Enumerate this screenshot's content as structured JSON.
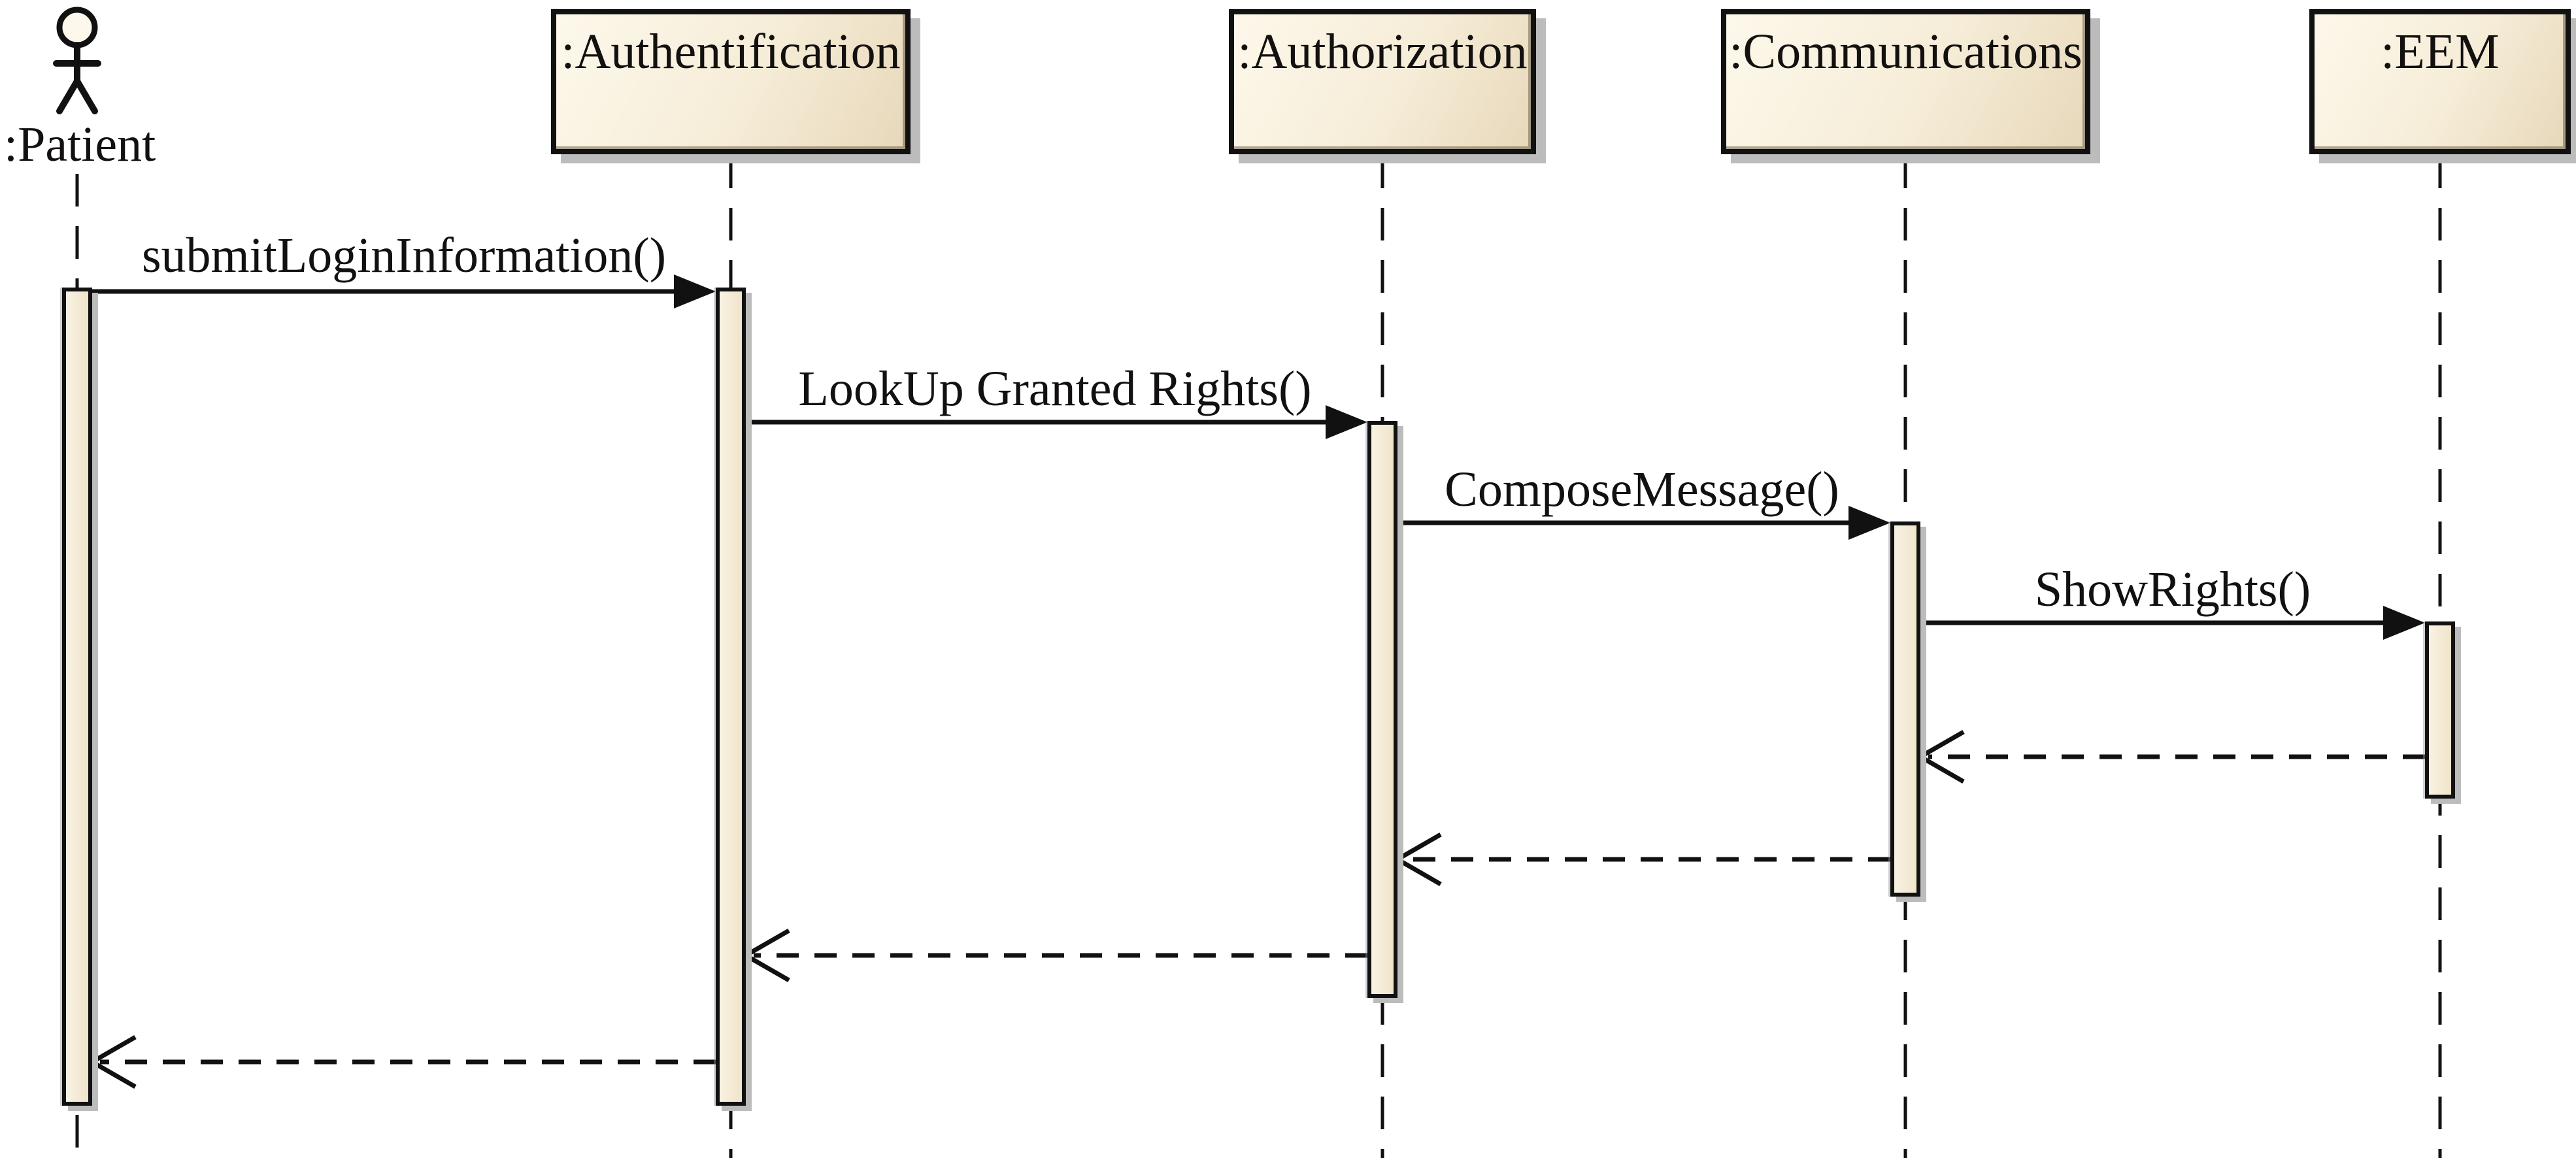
{
  "diagram": {
    "kind": "uml-sequence-diagram",
    "actor": {
      "label": ":Patient"
    },
    "objects": [
      {
        "label": ":Authentification"
      },
      {
        "label": ":Authorization"
      },
      {
        "label": ":Communications"
      },
      {
        "label": ":EEM"
      }
    ],
    "messages": [
      {
        "label": "submitLoginInformation()",
        "from": ":Patient",
        "to": ":Authentification",
        "kind": "call"
      },
      {
        "label": "LookUp Granted Rights()",
        "from": ":Authentification",
        "to": ":Authorization",
        "kind": "call"
      },
      {
        "label": "ComposeMessage()",
        "from": ":Authorization",
        "to": ":Communications",
        "kind": "call"
      },
      {
        "label": "ShowRights()",
        "from": ":Communications",
        "to": ":EEM",
        "kind": "call"
      },
      {
        "label": "",
        "from": ":EEM",
        "to": ":Communications",
        "kind": "return"
      },
      {
        "label": "",
        "from": ":Communications",
        "to": ":Authorization",
        "kind": "return"
      },
      {
        "label": "",
        "from": ":Authorization",
        "to": ":Authentification",
        "kind": "return"
      },
      {
        "label": "",
        "from": ":Authentification",
        "to": ":Patient",
        "kind": "return"
      }
    ],
    "colors": {
      "background": "#ffffff",
      "box_fill_top": "#fdf8eb",
      "box_fill_bottom": "#e7d8ba",
      "bar_fill_top": "#f9f2e2",
      "bar_fill_bottom": "#f0e4cb",
      "outline": "#111111",
      "shadow": "#bcbcbc",
      "text": "#131110"
    }
  }
}
